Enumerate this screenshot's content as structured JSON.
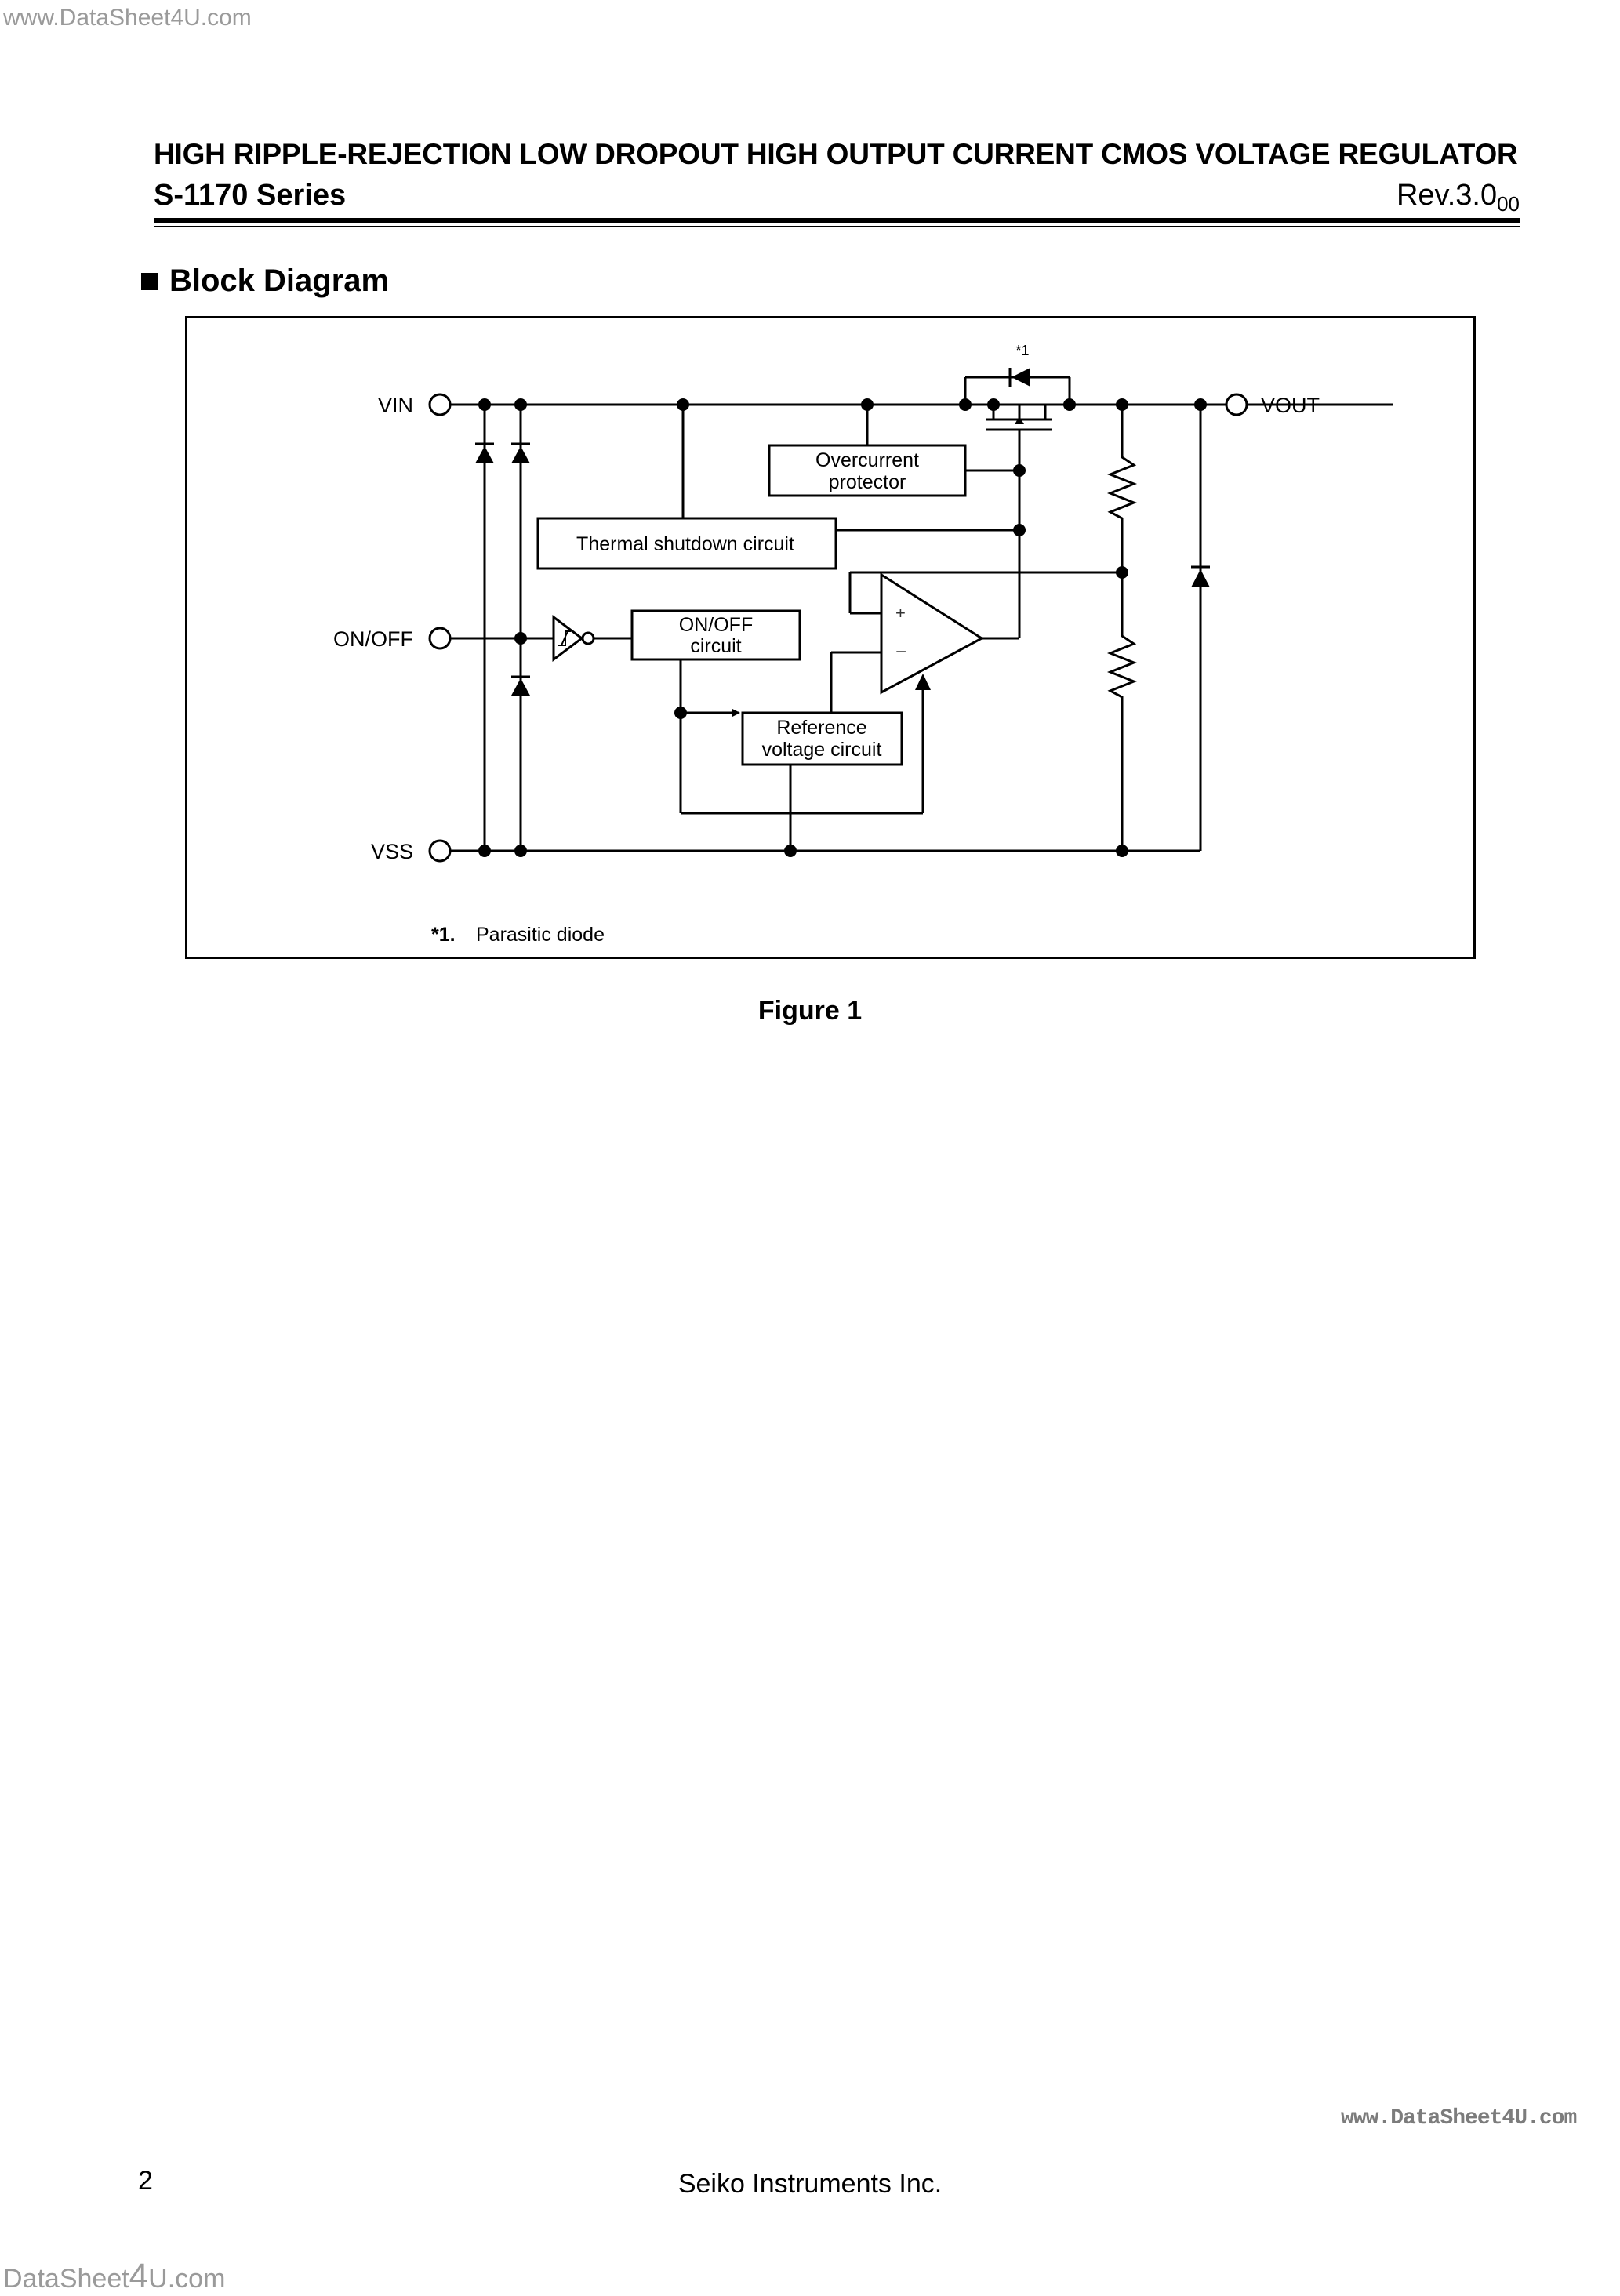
{
  "watermark_top": "www.DataSheet4U.com",
  "header": {
    "title": "HIGH RIPPLE-REJECTION LOW DROPOUT HIGH OUTPUT CURRENT CMOS VOLTAGE REGULATOR",
    "series": "S-1170 Series",
    "revision": "Rev.3.0",
    "revision_sub": "00"
  },
  "section": {
    "title": "Block Diagram"
  },
  "diagram": {
    "pins": {
      "vin": "VIN",
      "vout": "VOUT",
      "onoff": "ON/OFF",
      "vss": "VSS"
    },
    "blocks": {
      "overcurrent_line1": "Overcurrent",
      "overcurrent_line2": "protector",
      "thermal": "Thermal shutdown circuit",
      "onoff_line1": "ON/OFF",
      "onoff_line2": "circuit",
      "reference_line1": "Reference",
      "reference_line2": "voltage circuit"
    },
    "amp": {
      "plus": "+",
      "minus": "−"
    },
    "parasitic_mark": "*1",
    "footnote_mark": "*1.",
    "footnote_text": "Parasitic diode"
  },
  "figure_caption": "Figure  1",
  "watermark_right": "www.DataSheet4U.com",
  "footer": {
    "page_number": "2",
    "company": "Seiko Instruments Inc."
  },
  "watermark_bottom": {
    "prefix": "DataSheet",
    "digit": "4",
    "suffix": "U.com"
  }
}
